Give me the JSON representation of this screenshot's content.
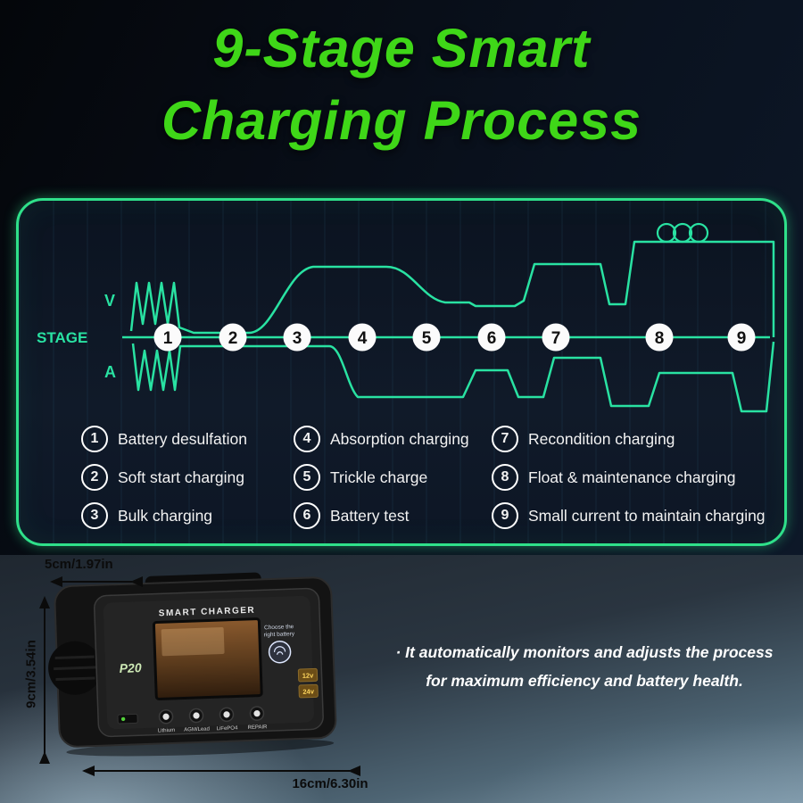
{
  "title": {
    "line1": "9-Stage Smart",
    "line2": "Charging Process"
  },
  "diagram": {
    "stage_label": "STAGE",
    "v_label": "V",
    "a_label": "A",
    "stages": [
      "1",
      "2",
      "3",
      "4",
      "5",
      "6",
      "7",
      "8",
      "9"
    ],
    "legend": [
      {
        "num": "1",
        "label": "Battery desulfation"
      },
      {
        "num": "2",
        "label": "Soft start charging"
      },
      {
        "num": "3",
        "label": "Bulk charging"
      },
      {
        "num": "4",
        "label": "Absorption charging"
      },
      {
        "num": "5",
        "label": "Trickle charge"
      },
      {
        "num": "6",
        "label": "Battery test"
      },
      {
        "num": "7",
        "label": "Recondition charging"
      },
      {
        "num": "8",
        "label": "Float & maintenance charging"
      },
      {
        "num": "9",
        "label": "Small current to maintain charging"
      }
    ],
    "colors": {
      "wave": "#29e2a2",
      "border": "#2fe08a",
      "title_green": "#3fd718"
    }
  },
  "product": {
    "brand_label": "SMART CHARGER",
    "model": "P20",
    "touch_hint_1": "Choose the",
    "touch_hint_2": "right battery",
    "badges": [
      "12v",
      "24v"
    ],
    "modes": [
      "Lithium",
      "AGM/Lead",
      "LiFePO4",
      "REPAIR"
    ],
    "dimensions": {
      "depth": "5cm/1.97in",
      "height": "9cm/3.54in",
      "width": "16cm/6.30in"
    },
    "description_line1": "· It automatically monitors and adjusts the process",
    "description_line2": "for maximum efficiency and battery health."
  }
}
